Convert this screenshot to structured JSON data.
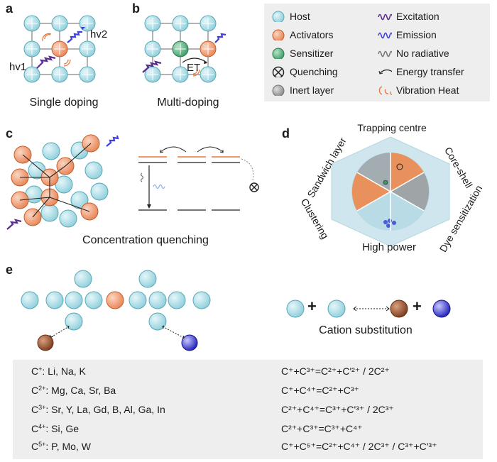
{
  "panels": {
    "a": {
      "label": "a",
      "caption": "Single doping",
      "hv1": "hv1",
      "hv2": "hv2"
    },
    "b": {
      "label": "b",
      "caption": "Multi-doping",
      "et": "ET"
    },
    "c": {
      "label": "c",
      "caption": "Concentration quenching"
    },
    "d": {
      "label": "d",
      "labels": {
        "top": "Trapping centre",
        "top_right": "Core-shell",
        "bottom_right": "Dye sensitization",
        "bottom": "High power",
        "bottom_left": "Clustering",
        "top_left": "Sandwich layer"
      }
    },
    "e": {
      "label": "e",
      "caption": "Cation substitution",
      "plus": "+"
    }
  },
  "legend": {
    "items": [
      {
        "icon": "host-circle-icon",
        "label": "Host"
      },
      {
        "icon": "activator-circle-icon",
        "label": "Activators"
      },
      {
        "icon": "sensitizer-circle-icon",
        "label": "Sensitizer"
      },
      {
        "icon": "quenching-icon",
        "label": "Quenching"
      },
      {
        "icon": "inert-layer-icon",
        "label": "Inert layer"
      },
      {
        "icon": "excitation-wave-icon",
        "label": "Excitation"
      },
      {
        "icon": "emission-wave-icon",
        "label": "Emission"
      },
      {
        "icon": "nonradiative-wave-icon",
        "label": "No radiative"
      },
      {
        "icon": "energy-transfer-arrow-icon",
        "label": "Energy transfer"
      },
      {
        "icon": "vibration-heat-icon",
        "label": "Vibration Heat"
      }
    ]
  },
  "colors": {
    "host": "#a9dbe4",
    "activator": "#ef9a6d",
    "sensitizer": "#4cae78",
    "inert": "#9e9e9e",
    "excitation": "#5b2d8e",
    "emission": "#3f3fe0",
    "heat": "#e8743b",
    "brown": "#8b4a2a",
    "blue": "#2828c8"
  },
  "table": {
    "left": [
      {
        "ion": "C",
        "charge": "+",
        "elements": ": Li, Na, K"
      },
      {
        "ion": "C",
        "charge": "2+",
        "elements": ": Mg, Ca, Sr, Ba"
      },
      {
        "ion": "C",
        "charge": "3+",
        "elements": ": Sr, Y, La, Gd, B, Al, Ga, In"
      },
      {
        "ion": "C",
        "charge": "4+",
        "elements": ": Si, Ge"
      },
      {
        "ion": "C",
        "charge": "5+",
        "elements": ": P, Mo, W"
      }
    ],
    "right": [
      "C⁺+C³⁺=C²⁺+C'²⁺ / 2C²⁺",
      "C⁺+C⁴⁺=C²⁺+C³⁺",
      "C²⁺+C⁴⁺=C³⁺+C'³⁺ / 2C³⁺",
      "C²⁺+C³⁺=C³⁺+C⁴⁺",
      "C⁺+C⁵⁺=C²⁺+C⁴⁺ / 2C³⁺ / C³⁺+C'³⁺"
    ]
  }
}
